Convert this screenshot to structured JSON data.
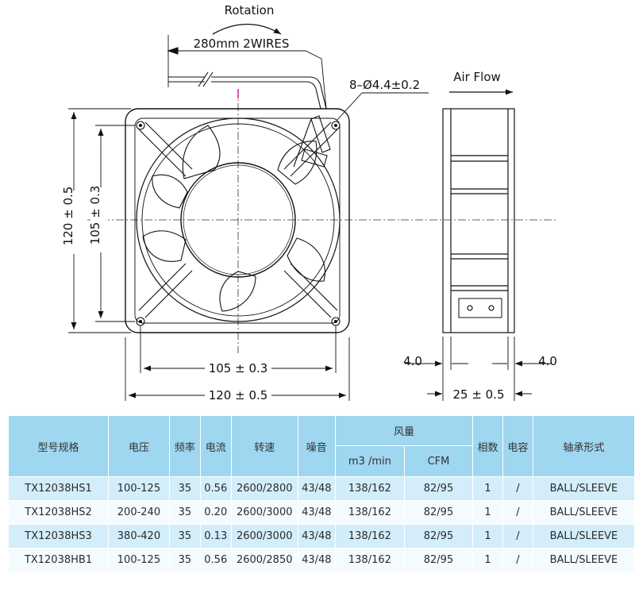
{
  "drawing": {
    "rotation_label": "Rotation",
    "wire_label": "280mm 2WIRES",
    "hole_label": "8–Ø4.4±0.2",
    "airflow_label": "Air Flow",
    "dim_outer_height": "120 ± 0.5",
    "dim_hole_height": "105 ± 0.3",
    "dim_hole_width": "105 ± 0.3",
    "dim_outer_width": "120 ± 0.5",
    "dim_flange_left": "4.0",
    "dim_flange_right": "4.0",
    "dim_depth": "25 ± 0.5"
  },
  "table": {
    "headers": {
      "model": "型号规格",
      "voltage": "电压",
      "frequency": "频率",
      "current": "电流",
      "speed": "转速",
      "noise": "噪音",
      "airflow": "风量",
      "airflow_m3": "m3 /min",
      "airflow_cfm": "CFM",
      "phase": "相数",
      "capacitor": "电容",
      "bearing": "轴承形式"
    },
    "rows": [
      {
        "model": "TX12038HS1",
        "voltage": "100-125",
        "frequency": "35",
        "current": "0.56",
        "speed": "2600/2800",
        "noise": "43/48",
        "m3": "138/162",
        "cfm": "82/95",
        "phase": "1",
        "capacitor": "/",
        "bearing": "BALL/SLEEVE"
      },
      {
        "model": "TX12038HS2",
        "voltage": "200-240",
        "frequency": "35",
        "current": "0.20",
        "speed": "2600/3000",
        "noise": "43/48",
        "m3": "138/162",
        "cfm": "82/95",
        "phase": "1",
        "capacitor": "/",
        "bearing": "BALL/SLEEVE"
      },
      {
        "model": "TX12038HS3",
        "voltage": "380-420",
        "frequency": "35",
        "current": "0.13",
        "speed": "2600/3000",
        "noise": "43/48",
        "m3": "138/162",
        "cfm": "82/95",
        "phase": "1",
        "capacitor": "/",
        "bearing": "BALL/SLEEVE"
      },
      {
        "model": "TX12038HB1",
        "voltage": "100-125",
        "frequency": "35",
        "current": "0.56",
        "speed": "2600/2850",
        "noise": "43/48",
        "m3": "138/162",
        "cfm": "82/95",
        "phase": "1",
        "capacitor": "/",
        "bearing": "BALL/SLEEVE"
      }
    ]
  }
}
